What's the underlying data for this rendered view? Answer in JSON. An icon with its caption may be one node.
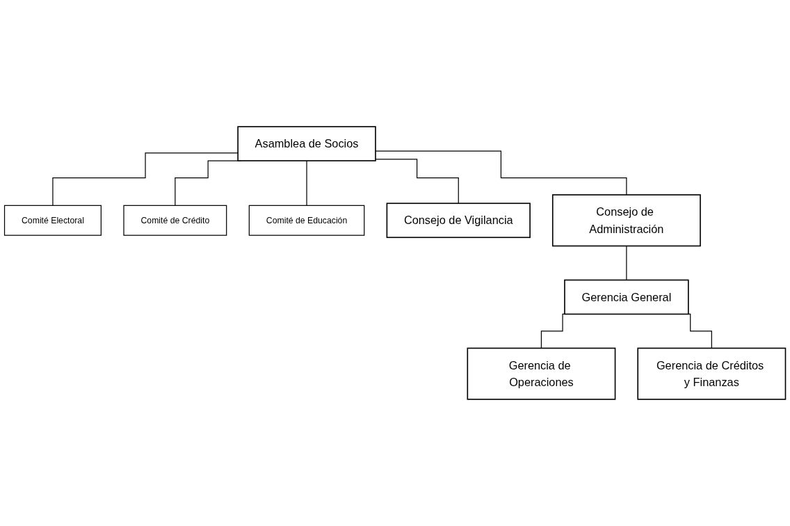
{
  "diagram": {
    "nodes": [
      {
        "text": [
          "Asamblea de Socios"
        ]
      },
      {
        "text": [
          "Comité Electoral"
        ]
      },
      {
        "text": [
          "Comité de Crédito"
        ]
      },
      {
        "text": [
          "Comité de Educación"
        ]
      },
      {
        "text": [
          "Consejo de Vigilancia"
        ]
      },
      {
        "text": [
          "Consejo de Administración"
        ]
      },
      {
        "text": [
          "Gerencia General"
        ]
      },
      {
        "text": [
          "Gerencia de Operaciones"
        ]
      },
      {
        "text": [
          "Gerencia de Créditos y Finanzas"
        ]
      }
    ],
    "edges": [
      {
        "from": 0,
        "to": 4,
        "arrow": "none"
      },
      {
        "from": 0,
        "to": 5,
        "arrow": "none"
      },
      {
        "from": 0,
        "to": 1,
        "arrow": "none"
      },
      {
        "from": 0,
        "to": 2,
        "arrow": "none"
      },
      {
        "from": 0,
        "to": 3,
        "arrow": "none"
      },
      {
        "from": 5,
        "to": 6,
        "arrow": "none"
      },
      {
        "from": 6,
        "to": 7,
        "arrow": "none"
      },
      {
        "from": 6,
        "to": 8,
        "arrow": "none"
      }
    ]
  }
}
